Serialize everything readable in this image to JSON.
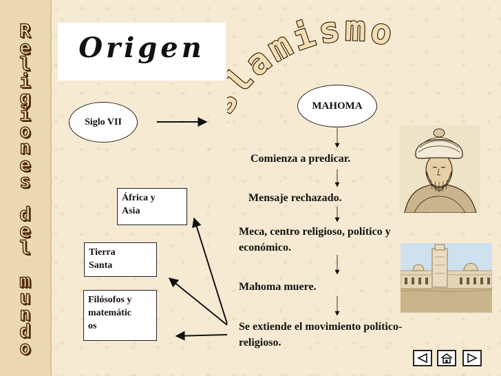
{
  "side_title": {
    "letters": [
      "R",
      "e",
      "l",
      "i",
      "g",
      "i",
      "o",
      "n",
      "e",
      "s",
      "",
      "d",
      "e",
      "l",
      "",
      "m",
      "u",
      "n",
      "d",
      "o"
    ]
  },
  "origen_label": "Origen",
  "main_title": "Islamismo",
  "mahoma": "MAHOMA",
  "siglo": "Siglo VII",
  "steps": [
    "Comienza a predicar.",
    "Mensaje rechazado.",
    "Meca, centro religioso, político y\neconómico.",
    "Mahoma muere.",
    "Se extiende el movimiento político-\nreligioso."
  ],
  "regions": [
    "África y\nAsia",
    "Tierra\nSanta",
    "Filósofos y\nmatemátic\nos"
  ],
  "icons": {
    "prev": "triangle-left-icon",
    "home": "house-icon",
    "next": "triangle-right-icon"
  },
  "colors": {
    "background": "#f6ead2",
    "letter_fill": "#f2dfb6",
    "letter_outline": "#3b1f07"
  }
}
